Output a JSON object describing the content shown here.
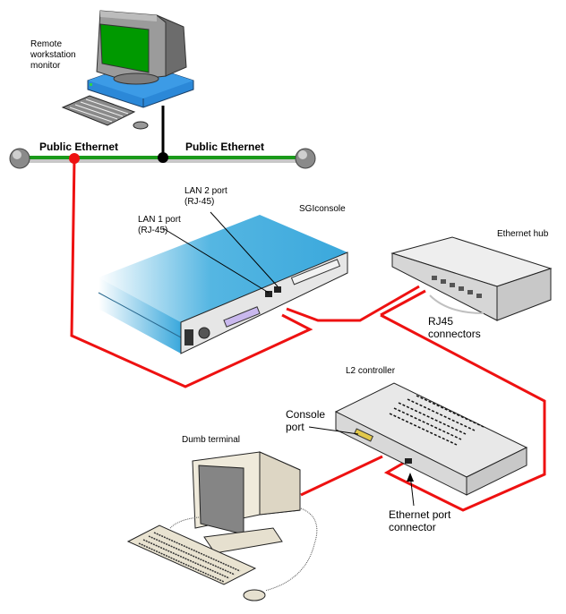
{
  "colors": {
    "public_ethernet": "#1a9a1a",
    "cable": "#ee1111",
    "monitor_screen": "#009900",
    "console_blue": "#3aa8dc",
    "workstation_blue": "#2b88d8",
    "terminal_screen": "#858585",
    "terminal_body": "#efeadb",
    "hub_body": "#e0e0e0",
    "l2_body": "#e3e3e3"
  },
  "labels": {
    "remote_monitor": [
      "Remote",
      "workstation",
      "monitor"
    ],
    "public_ethernet_left": "Public Ethernet",
    "public_ethernet_right": "Public Ethernet",
    "lan2_port": [
      "LAN 2 port",
      "(RJ-45)"
    ],
    "lan1_port": [
      "LAN 1 port",
      "(RJ-45)"
    ],
    "sgiconsole": "SGIconsole",
    "ethernet_hub": "Ethernet hub",
    "rj45_connectors": [
      "RJ45",
      "connectors"
    ],
    "l2_controller": "L2 controller",
    "console_port": [
      "Console",
      "port"
    ],
    "dumb_terminal": "Dumb terminal",
    "ethernet_port_connector": [
      "Ethernet port",
      "connector"
    ]
  },
  "nodes": [
    {
      "id": "remote-workstation",
      "name": "Remote workstation monitor"
    },
    {
      "id": "sgiconsole",
      "name": "SGIconsole"
    },
    {
      "id": "ethernet-hub",
      "name": "Ethernet hub"
    },
    {
      "id": "l2-controller",
      "name": "L2 controller"
    },
    {
      "id": "dumb-terminal",
      "name": "Dumb terminal"
    }
  ],
  "connections": [
    {
      "from": "remote-workstation",
      "to": "public-ethernet",
      "type": "network"
    },
    {
      "from": "public-ethernet",
      "to": "sgiconsole.lan1",
      "type": "ethernet cable"
    },
    {
      "from": "sgiconsole.lan2",
      "to": "ethernet-hub",
      "type": "ethernet cable"
    },
    {
      "from": "ethernet-hub",
      "to": "l2-controller.ethernet-port",
      "type": "ethernet cable"
    },
    {
      "from": "dumb-terminal",
      "to": "l2-controller.console-port",
      "type": "serial cable"
    }
  ]
}
